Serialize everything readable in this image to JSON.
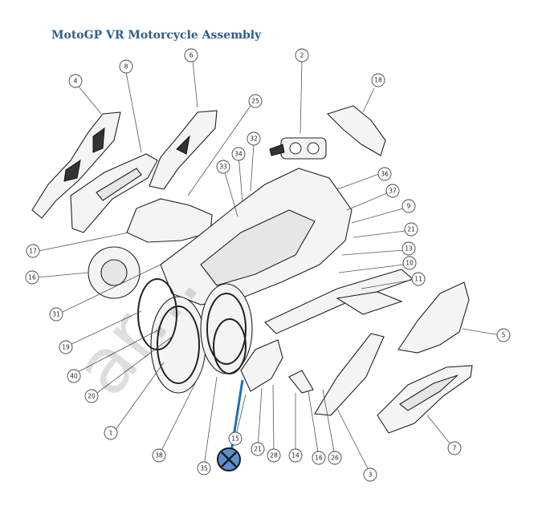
{
  "title": "MotoGP VR Motorcycle Assembly",
  "watermark": "ar...",
  "callouts": [
    {
      "id": "2",
      "label": "2"
    },
    {
      "id": "4",
      "label": "4"
    },
    {
      "id": "6",
      "label": "6"
    },
    {
      "id": "8",
      "label": "8"
    },
    {
      "id": "18",
      "label": "18"
    },
    {
      "id": "25",
      "label": "25"
    },
    {
      "id": "32",
      "label": "32"
    },
    {
      "id": "34",
      "label": "34"
    },
    {
      "id": "33",
      "label": "33"
    },
    {
      "id": "36",
      "label": "36"
    },
    {
      "id": "37",
      "label": "37"
    },
    {
      "id": "9",
      "label": "9"
    },
    {
      "id": "21a",
      "label": "21"
    },
    {
      "id": "13",
      "label": "13"
    },
    {
      "id": "10",
      "label": "10"
    },
    {
      "id": "11",
      "label": "11"
    },
    {
      "id": "17",
      "label": "17"
    },
    {
      "id": "16a",
      "label": "16"
    },
    {
      "id": "31",
      "label": "31"
    },
    {
      "id": "19",
      "label": "19"
    },
    {
      "id": "40",
      "label": "40"
    },
    {
      "id": "20",
      "label": "20"
    },
    {
      "id": "1",
      "label": "1"
    },
    {
      "id": "5",
      "label": "5"
    },
    {
      "id": "7",
      "label": "7"
    },
    {
      "id": "3",
      "label": "3"
    },
    {
      "id": "26",
      "label": "26"
    },
    {
      "id": "16b",
      "label": "16"
    },
    {
      "id": "14",
      "label": "14"
    },
    {
      "id": "28",
      "label": "28"
    },
    {
      "id": "21b",
      "label": "21"
    },
    {
      "id": "15",
      "label": "15"
    },
    {
      "id": "35",
      "label": "35"
    },
    {
      "id": "38",
      "label": "38"
    }
  ],
  "marker": {
    "color": "#1f6fb5",
    "icon": "x-circle-marker-icon"
  }
}
